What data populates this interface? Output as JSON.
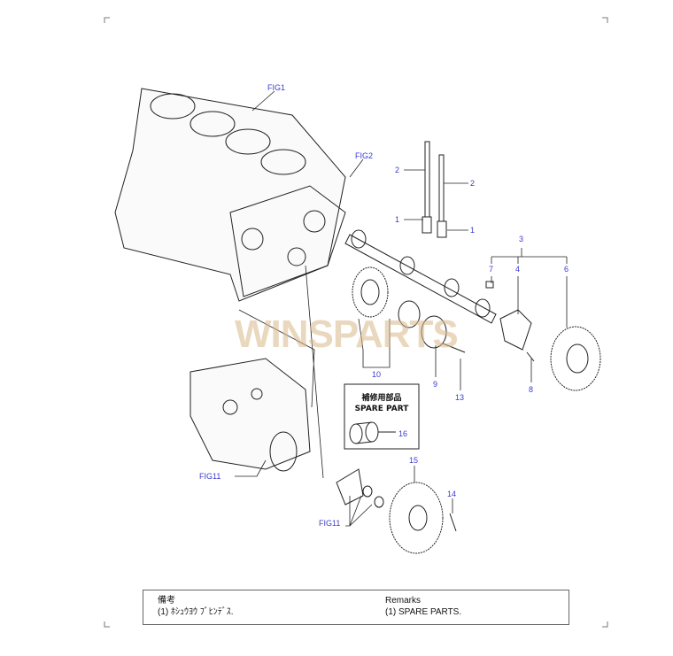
{
  "diagram": {
    "callouts": {
      "fig1": "FIG1",
      "fig2": "FIG2",
      "fig11a": "FIG11",
      "fig11b": "FIG11",
      "p2a": "2",
      "p2b": "2",
      "p1a": "1",
      "p1b": "1",
      "p3": "3",
      "p7": "7",
      "p4": "4",
      "p6": "6",
      "p10": "10",
      "p9": "9",
      "p13": "13",
      "p8": "8",
      "p16": "16",
      "p15": "15",
      "p14": "14"
    },
    "spare_box": {
      "title_jp": "補修用部品",
      "title_en": "SPARE PART"
    },
    "watermark": "WINSPARTS",
    "colors": {
      "callout": "#3a3ad0",
      "watermark": "#d8b98a"
    }
  },
  "remarks": {
    "jp_heading": "備考",
    "jp_note": "(1) ﾎｼｭｳﾖｳ ﾌﾞﾋﾝﾃﾞｽ.",
    "en_heading": "Remarks",
    "en_note": "(1) SPARE PARTS."
  }
}
